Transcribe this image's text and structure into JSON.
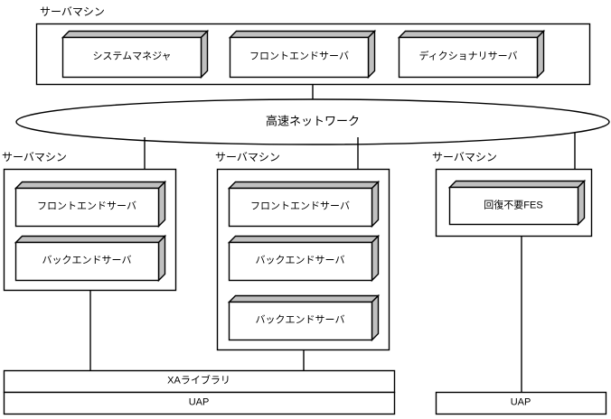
{
  "diagram": {
    "title_region": "distributed-server-configuration",
    "colors": {
      "stroke": "#000000",
      "box_face": "#ffffff",
      "box_shade": "#c0c0c0",
      "background": "#ffffff"
    },
    "network": {
      "label": "高速ネットワーク"
    },
    "machines": [
      {
        "id": "top-machine",
        "label": "サーバマシン",
        "components": [
          {
            "id": "system-manager",
            "label": "システムマネジャ"
          },
          {
            "id": "front-end-server",
            "label": "フロントエンドサーバ"
          },
          {
            "id": "dictionary-server",
            "label": "ディクショナリサーバ"
          }
        ]
      },
      {
        "id": "left-machine",
        "label": "サーバマシン",
        "components": [
          {
            "id": "front-end-server",
            "label": "フロントエンドサーバ"
          },
          {
            "id": "back-end-server",
            "label": "バックエンドサーバ"
          }
        ]
      },
      {
        "id": "middle-machine",
        "label": "サーバマシン",
        "components": [
          {
            "id": "front-end-server",
            "label": "フロントエンドサーバ"
          },
          {
            "id": "back-end-server-1",
            "label": "バックエンドサーバ"
          },
          {
            "id": "back-end-server-2",
            "label": "バックエンドサーバ"
          }
        ]
      },
      {
        "id": "right-machine",
        "label": "サーバマシン",
        "components": [
          {
            "id": "no-recovery-fes",
            "label": "回復不要FES"
          }
        ]
      }
    ],
    "client_stacks": [
      {
        "id": "xa-stack",
        "layers": [
          {
            "id": "xa-library",
            "label": "XAライブラリ"
          },
          {
            "id": "uap",
            "label": "UAP"
          }
        ]
      },
      {
        "id": "right-stack",
        "layers": [
          {
            "id": "uap",
            "label": "UAP"
          }
        ]
      }
    ]
  }
}
